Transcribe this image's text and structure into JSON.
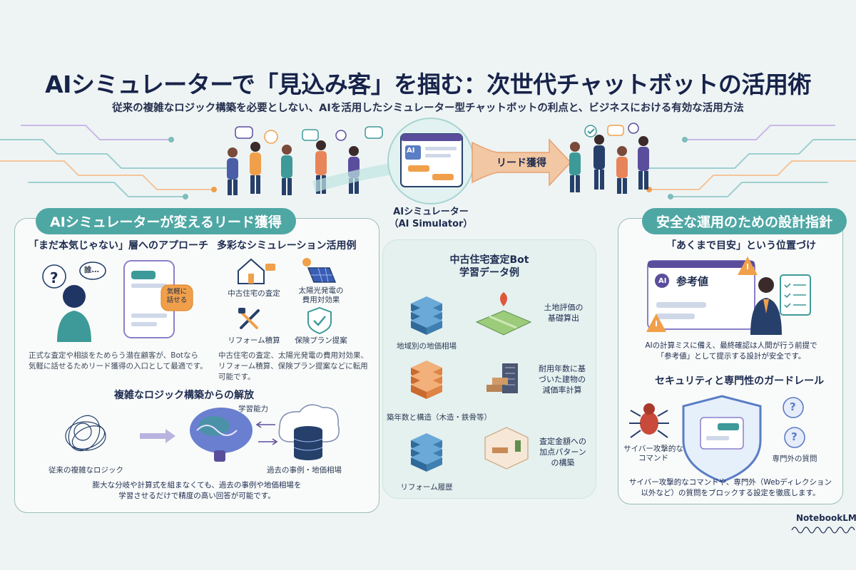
{
  "header": {
    "title": "AIシミュレーターで「見込み客」を掴む：次世代チャットボットの活用術",
    "subtitle": "従来の複雑なロジック構築を必要としない、AIを活用したシミュレーター型チャットボットの利点と、ビジネスにおける有効な活用方法"
  },
  "hero": {
    "screen_label": "AI",
    "arrow_label": "リード獲得",
    "simulator_name": "AIシミュレーター",
    "simulator_name_en": "（AI Simulator）"
  },
  "left_panel": {
    "title": "AIシミュレーターが変えるリード獲得",
    "approach": {
      "heading": "「まだ本気じゃない」層へのアプローチ",
      "thought_bubble": "?",
      "speech_bubble": "誰…",
      "chat_bubble": "気軽に\n話せる",
      "description": "正式な査定や相談をためらう潜在顧客が、Botなら\n気軽に話せるためリード獲得の入口として最適です。"
    },
    "use_cases": {
      "heading": "多彩なシミュレーション活用例",
      "items": [
        "中古住宅の査定",
        "太陽光発電の\n費用対効果",
        "リフォーム積算",
        "保険プラン提案"
      ],
      "description": "中古住宅の査定、太陽光発電の費用対効果、\nリフォーム積算、保険プラン提案などに転用\n可能です。"
    },
    "liberation": {
      "heading": "複雑なロジック構築からの解放",
      "learning_label": "学習能力",
      "legacy_label": "従来の複雑なロジック",
      "data_label": "過去の事例・地価相場",
      "description": "膨大な分岐や計算式を組まなくても、過去の事例や地価相場を\n学習させるだけで精度の高い回答が可能です。"
    }
  },
  "center_panel": {
    "title": "中古住宅査定Bot\n学習データ例",
    "data_sources": [
      "地域別の地価相場",
      "築年数と構造（木造・鉄骨等）",
      "リフォーム履歴"
    ],
    "outputs": [
      "土地評価の\n基礎算出",
      "耐用年数に基\nづいた建物の\n減価率計算",
      "査定金額への\n加点パターン\nの構築"
    ]
  },
  "right_panel": {
    "title": "安全な運用のための設計指針",
    "guideline": {
      "heading": "「あくまで目安」という位置づけ",
      "screen_badge": "AI",
      "screen_value": "参考値",
      "description": "AIの計算ミスに備え、最終確認は人間が行う前提で\n「参考値」として提示する設計が安全です。"
    },
    "guardrail": {
      "heading": "セキュリティと専門性のガードレール",
      "threat_label": "サイバー攻撃的な\nコマンド",
      "offtopic_label": "専門外の質問",
      "description": "サイバー攻撃的なコマンドや、専門外（Webディレクション\n以外など）の質問をブロックする設定を徹底します。"
    }
  },
  "footer": {
    "brand": "NotebookLM"
  },
  "colors": {
    "accent": "#4fa7a4",
    "navy": "#1d2b4f",
    "orange": "#f0a04b",
    "purple": "#5a4e9c",
    "teal": "#3e9a98"
  }
}
